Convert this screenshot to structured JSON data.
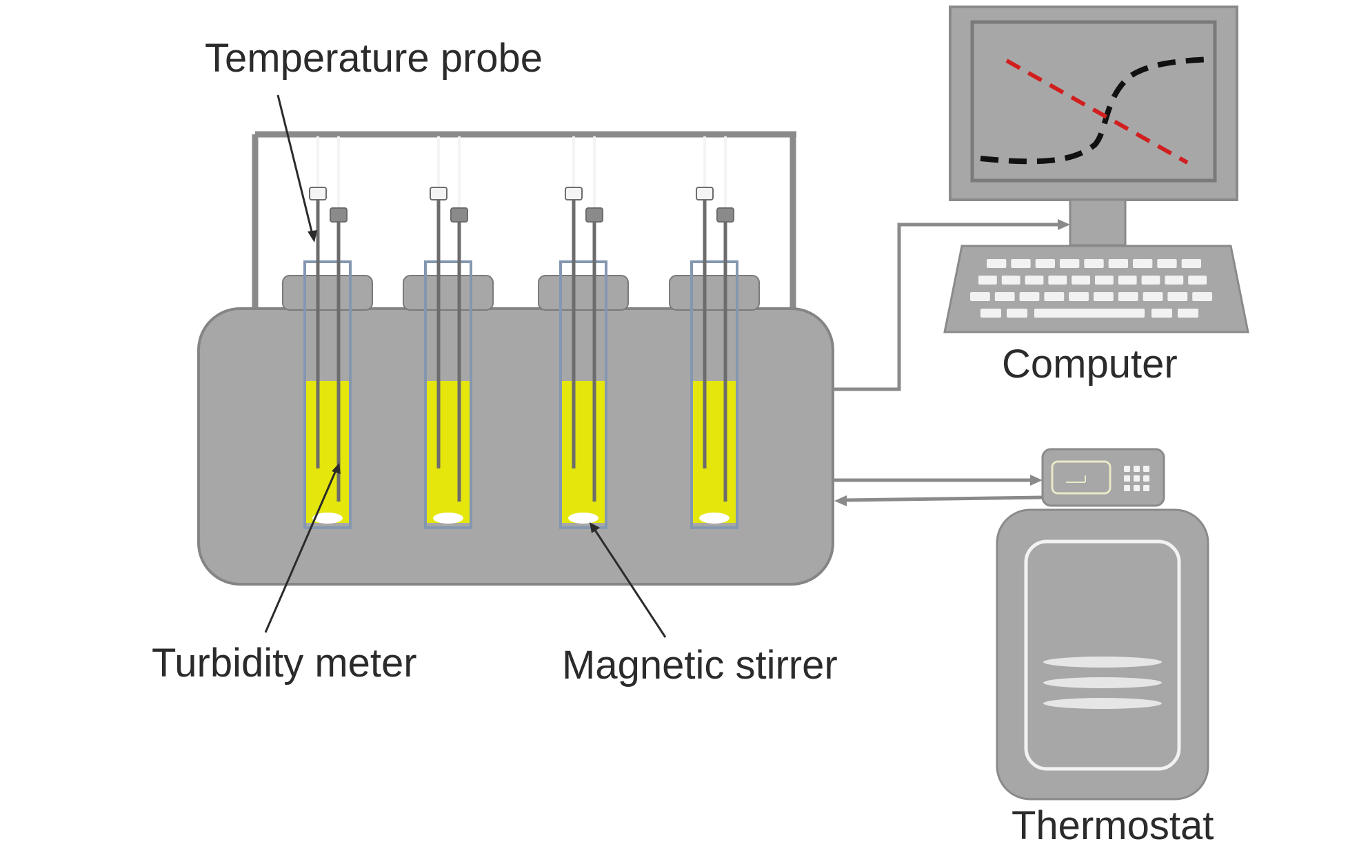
{
  "labels": {
    "temperature_probe": "Temperature probe",
    "turbidity_meter": "Turbidity meter",
    "magnetic_stirrer": "Magnetic stirrer",
    "computer": "Computer",
    "thermostat": "Thermostat"
  },
  "colors": {
    "equipment_gray": "#a7a7a7",
    "equipment_edge": "#7a7a7a",
    "frame_gray": "#8a8a8a",
    "solution_yellow": "#e4e60c",
    "tube_outline": "#8497b0",
    "curve_black": "#111111",
    "curve_red": "#d11f1f",
    "key_white": "#f2f2f2",
    "text": "#2b2b2b"
  },
  "vessel_count": 4
}
